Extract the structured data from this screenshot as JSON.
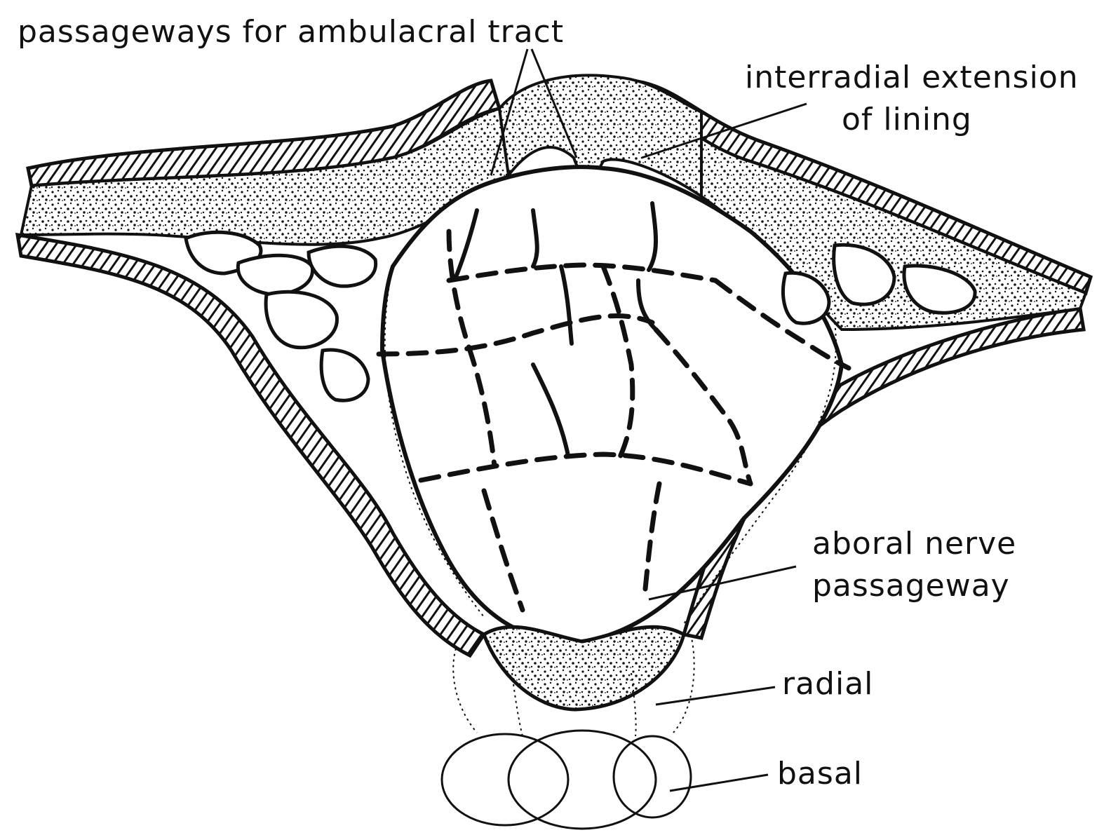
{
  "labels": {
    "ambulacral": "passageways for ambulacral tract",
    "interradial_line1": "interradial extension",
    "interradial_line2": "of lining",
    "aboral_line1": "aboral nerve",
    "aboral_line2": "passageway",
    "radial": "radial",
    "basal": "basal"
  },
  "colors": {
    "ink": "#111111",
    "paper": "#ffffff"
  }
}
